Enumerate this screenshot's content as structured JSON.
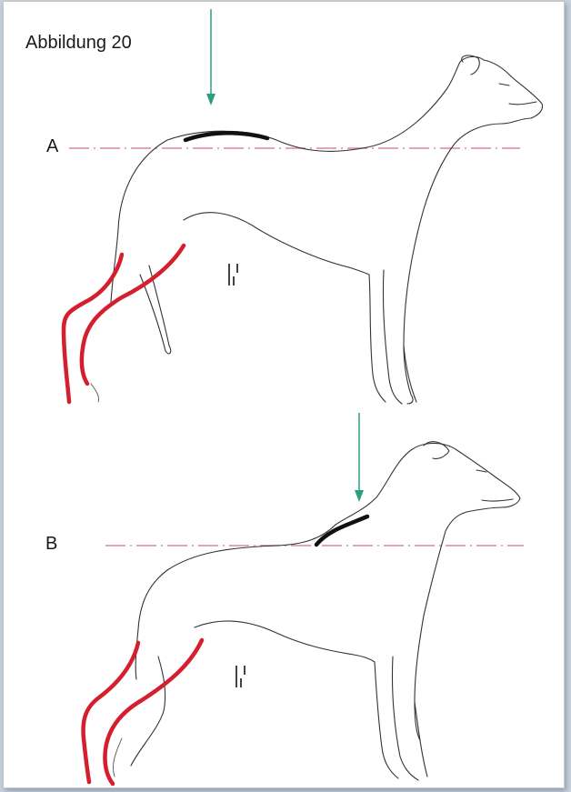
{
  "figure": {
    "caption": "Abbildung 20",
    "panels": [
      {
        "label": "A"
      },
      {
        "label": "B"
      }
    ]
  },
  "colors": {
    "highlight_legs": "#d41f2e",
    "highlight_back": "#111111",
    "reference_line": "#d98896",
    "arrow": "#2aa080"
  }
}
